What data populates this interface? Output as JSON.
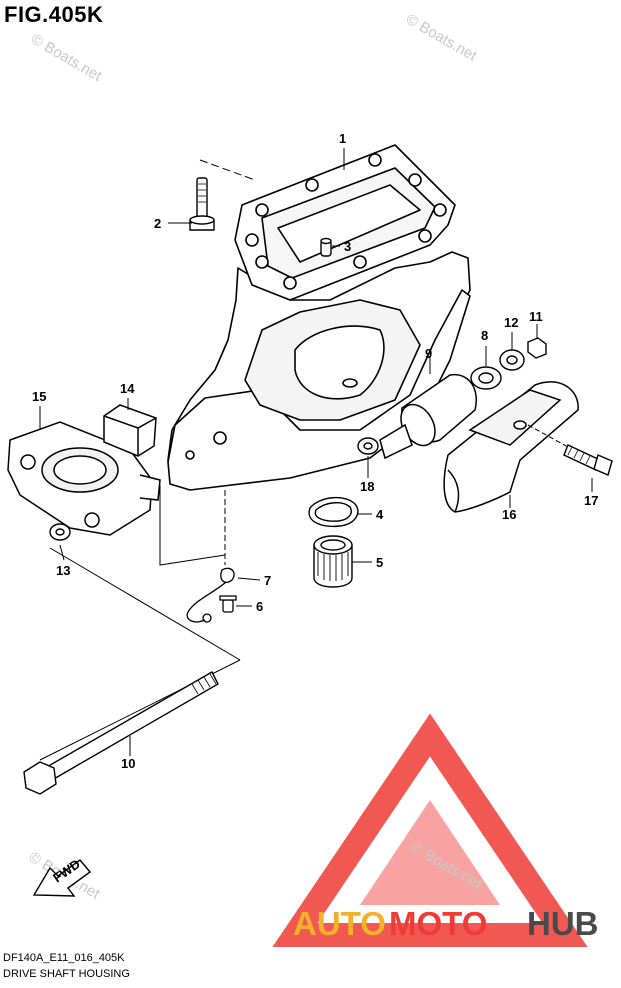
{
  "figure": {
    "title": "FIG.405K",
    "code": "DF140A_E11_016_405K",
    "name": "DRIVE SHAFT HOUSING"
  },
  "callouts": [
    "1",
    "2",
    "3",
    "4",
    "5",
    "6",
    "7",
    "8",
    "9",
    "10",
    "11",
    "12",
    "13",
    "14",
    "15",
    "16",
    "17",
    "18"
  ],
  "watermark": {
    "text": "© Boats.net",
    "color": "#c8c8c8"
  },
  "direction_arrow": {
    "label": "FWD"
  },
  "logo": {
    "part1": "AUTO",
    "part2": "MOTO",
    "part3": "HUB",
    "color_auto": "#f3b12a",
    "color_moto": "#ef3b35",
    "color_hub": "#4a4a4a",
    "triangle_color": "#ef3b35"
  }
}
